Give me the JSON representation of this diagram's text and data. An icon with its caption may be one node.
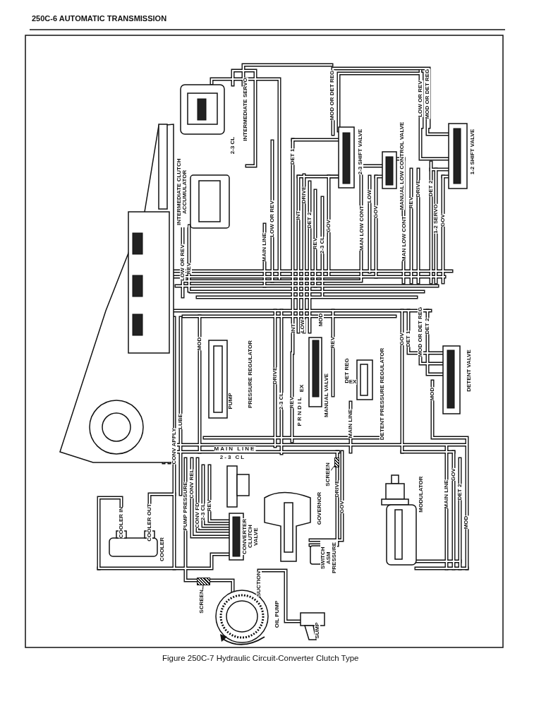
{
  "diagram": {
    "title": "250C-6 AUTOMATIC TRANSMISSION",
    "caption": "Figure 250C-7 Hydraulic Circuit-Converter Clutch Type",
    "nodes": [
      {
        "text": [
          "SCREEN"
        ]
      },
      {
        "text": [],
        "shape": "picture"
      },
      {
        "text": [
          "SCREEN"
        ]
      },
      {
        "text": [],
        "shape": "picture"
      }
    ],
    "edges": [
      {
        "from": 0,
        "to": 1,
        "arrow": "none"
      },
      {
        "from": 2,
        "to": 3,
        "arrow": "none"
      }
    ],
    "labels": [
      "INTERMEDIATE CLUTCH ACCUMULATOR",
      "LOW OR REV",
      "REV",
      "INTERMEDIATE SERVO",
      "2-3 CL",
      "MAIN LINE",
      "LOW OR REV",
      "MOD OR DET REG",
      "DET 1",
      "INT",
      "DRIVE",
      "DET 2",
      "REV",
      "2-3 CL",
      "GOV",
      "2-3 SHIFT VALVE",
      "MAN LOW CONT",
      "LOW",
      "GOV",
      "MANUAL LOW CONTROL VALVE",
      "MAN LOW CONT",
      "REV",
      "DRIVE",
      "LOW OR REV",
      "MOD OR DET REG",
      "DET 2",
      "1-2 SERVO",
      "GOV",
      "1-2 SHIFT VALVE",
      "MOD",
      "PRESSURE REGULATOR",
      "PUMP",
      "DRIVE",
      "2-3 CL",
      "REV",
      "P R N D I L",
      "EX",
      "INT",
      "LOW",
      "MOD",
      "MANUAL VALVE",
      "REV",
      "DET REG",
      "EX",
      "MAIN LINE",
      "DETENT PRESSURE REGULATOR",
      "GOV",
      "DET 1",
      "MOD OR DET REG",
      "DET 2",
      "DETENT VALVE",
      "MOD",
      "MAIN LINE",
      "2-3 CL",
      "CONV APPLY",
      "LUBE",
      "MODULATOR",
      "MAIN LINE",
      "GOV",
      "DET 2",
      "MOD",
      "DRIVE",
      "GOV",
      "GOVERNOR",
      "SWITCH ASM PRESSURE",
      "COOLER IN",
      "COOLER OUT",
      "COOLER",
      "PUMP PRESSURE",
      "CONV REL",
      "CONV FD",
      "2-3 CL",
      "REV",
      "CONVERTER CLUTCH VALVE",
      "SUCTION",
      "OIL PUMP",
      "SUMP"
    ]
  }
}
